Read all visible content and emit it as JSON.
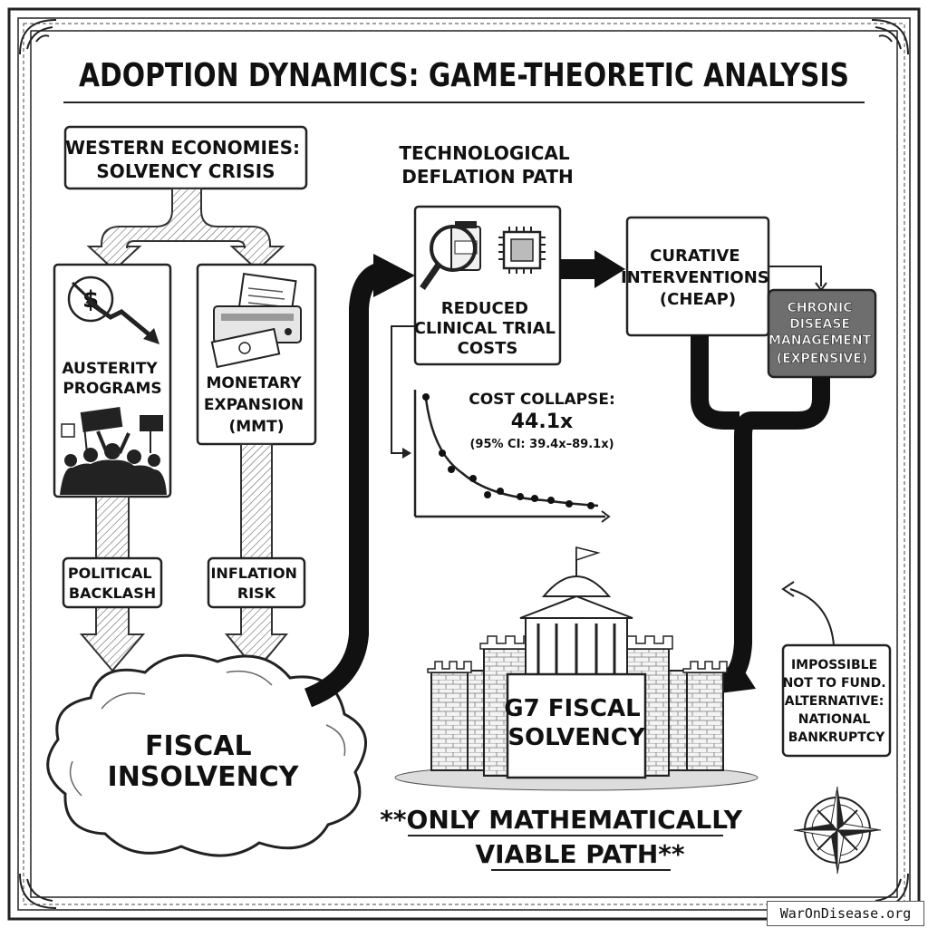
{
  "title": "ADOPTION DYNAMICS: GAME-THEORETIC ANALYSIS",
  "top_box": [
    "WESTERN ECONOMIES:",
    "SOLVENCY CRISIS"
  ],
  "austerity": [
    "AUSTERITY",
    "PROGRAMS"
  ],
  "monetary": [
    "MONETARY",
    "EXPANSION",
    "(MMT)"
  ],
  "political_backlash": [
    "POLITICAL",
    "BACKLASH"
  ],
  "inflation_risk": [
    "INFLATION",
    "RISK"
  ],
  "fiscal_insolvency": [
    "FISCAL",
    "INSOLVENCY"
  ],
  "tech_path": [
    "TECHNOLOGICAL",
    "DEFLATION PATH"
  ],
  "trial_costs": [
    "REDUCED",
    "CLINICAL TRIAL",
    "COSTS"
  ],
  "curative": [
    "CURATIVE",
    "INTERVENTIONS",
    "(CHEAP)"
  ],
  "chronic": [
    "CHRONIC",
    "DISEASE",
    "MANAGEMENT",
    "(EXPENSIVE)"
  ],
  "cost_collapse": {
    "label": "COST COLLAPSE:",
    "value": "44.1x",
    "ci": "(95% CI: 39.4x–89.1x)"
  },
  "g7": [
    "G7 FISCAL",
    "SOLVENCY"
  ],
  "impossible": [
    "IMPOSSIBLE",
    "NOT TO FUND.",
    "ALTERNATIVE:",
    "NATIONAL",
    "BANKRUPTCY"
  ],
  "only_path": [
    "**ONLY MATHEMATICALLY",
    "VIABLE PATH**"
  ],
  "watermark": "WarOnDisease.org"
}
